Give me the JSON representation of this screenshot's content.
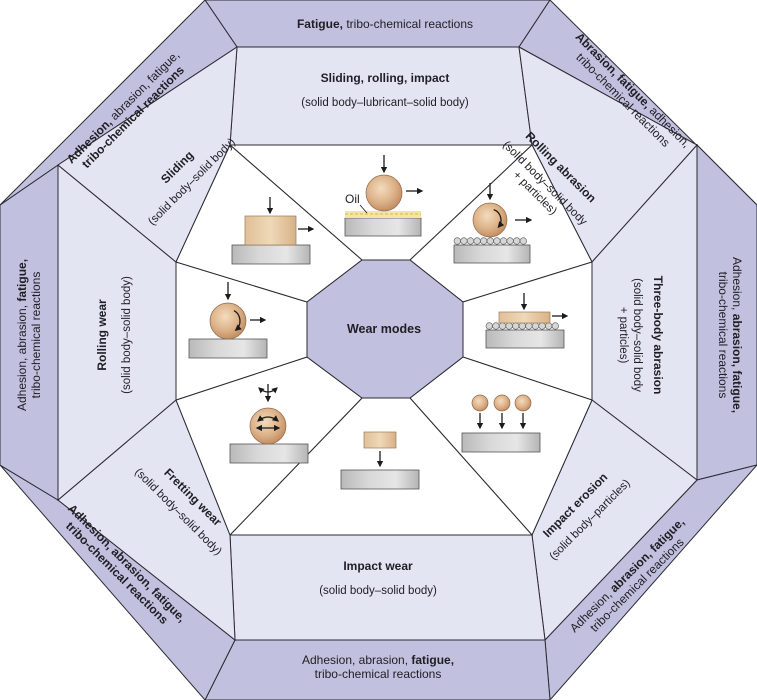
{
  "center": {
    "label": "Wear modes"
  },
  "colors": {
    "outer_ring": "#c1c1df",
    "middle_ring": "#e4e5f3",
    "inner_ring": "#ffffff",
    "center": "#c1c1df",
    "stroke": "#2b2b33",
    "body": "#d9b48f",
    "substrate": "#c8c8c8",
    "oil": "#f2e6a0"
  },
  "segments": [
    {
      "id": "top",
      "mode": "Sliding, rolling, impact",
      "pair": "(solid body–lubricant–solid body)",
      "illustration": "lubricated-rolling-ball",
      "illustration_label": "Oil",
      "mechanisms": [
        [
          {
            "t": "Fatigue,",
            "b": true
          },
          {
            "t": " tribo-chemical reactions",
            "b": false
          }
        ]
      ]
    },
    {
      "id": "top-right",
      "mode": "Rolling abrasion",
      "pair": [
        "(solid body–solid body",
        "+ particles)"
      ],
      "illustration": "ball-rolling-on-particles",
      "mechanisms": [
        [
          {
            "t": "Abrasion, fatigue,",
            "b": true
          },
          {
            "t": " adhesion,",
            "b": false
          }
        ],
        [
          {
            "t": "tribo-chemical reactions",
            "b": false
          }
        ]
      ]
    },
    {
      "id": "right",
      "mode": "Three-body abrasion",
      "pair": [
        "(solid body–solid body",
        "+ particles)"
      ],
      "illustration": "block-sliding-on-particles",
      "mechanisms": [
        [
          {
            "t": "Adhesion, ",
            "b": false
          },
          {
            "t": "abrasion, fatigue,",
            "b": true
          }
        ],
        [
          {
            "t": "tribo-chemical reactions",
            "b": false
          }
        ]
      ]
    },
    {
      "id": "bottom-right",
      "mode": "Impact erosion",
      "pair": "(solid body–particles)",
      "illustration": "particles-impacting-surface",
      "mechanisms": [
        [
          {
            "t": "Adhesion, ",
            "b": false
          },
          {
            "t": "abrasion, fatigue,",
            "b": true
          }
        ],
        [
          {
            "t": "tribo-chemical reactions",
            "b": false
          }
        ]
      ]
    },
    {
      "id": "bottom",
      "mode": "Impact wear",
      "pair": "(solid body–solid body)",
      "illustration": "block-impacting-surface",
      "mechanisms": [
        [
          {
            "t": "Adhesion, abrasion, ",
            "b": false
          },
          {
            "t": "fatigue,",
            "b": true
          }
        ],
        [
          {
            "t": "tribo-chemical reactions",
            "b": false
          }
        ]
      ]
    },
    {
      "id": "bottom-left",
      "mode": "Fretting wear",
      "pair": "(solid body–solid body)",
      "illustration": "oscillating-ball",
      "mechanisms": [
        [
          {
            "t": "Adhesion, abrasion, fatigue,",
            "b": true
          }
        ],
        [
          {
            "t": "tribo-chemical reactions",
            "b": true
          }
        ]
      ]
    },
    {
      "id": "left",
      "mode": "Rolling wear",
      "pair": "(solid body–solid body)",
      "illustration": "rolling-ball",
      "mechanisms": [
        [
          {
            "t": "Adhesion, abrasion, ",
            "b": false
          },
          {
            "t": "fatigue,",
            "b": true
          }
        ],
        [
          {
            "t": "tribo-chemical reactions",
            "b": false
          }
        ]
      ]
    },
    {
      "id": "top-left",
      "mode": "Sliding",
      "pair": "(solid body–solid body)",
      "illustration": "sliding-block",
      "mechanisms": [
        [
          {
            "t": "Adhesion,",
            "b": true
          },
          {
            "t": " abrasion, fatigue,",
            "b": false
          }
        ],
        [
          {
            "t": "tribo-chemical reactions",
            "b": true
          }
        ]
      ]
    }
  ]
}
